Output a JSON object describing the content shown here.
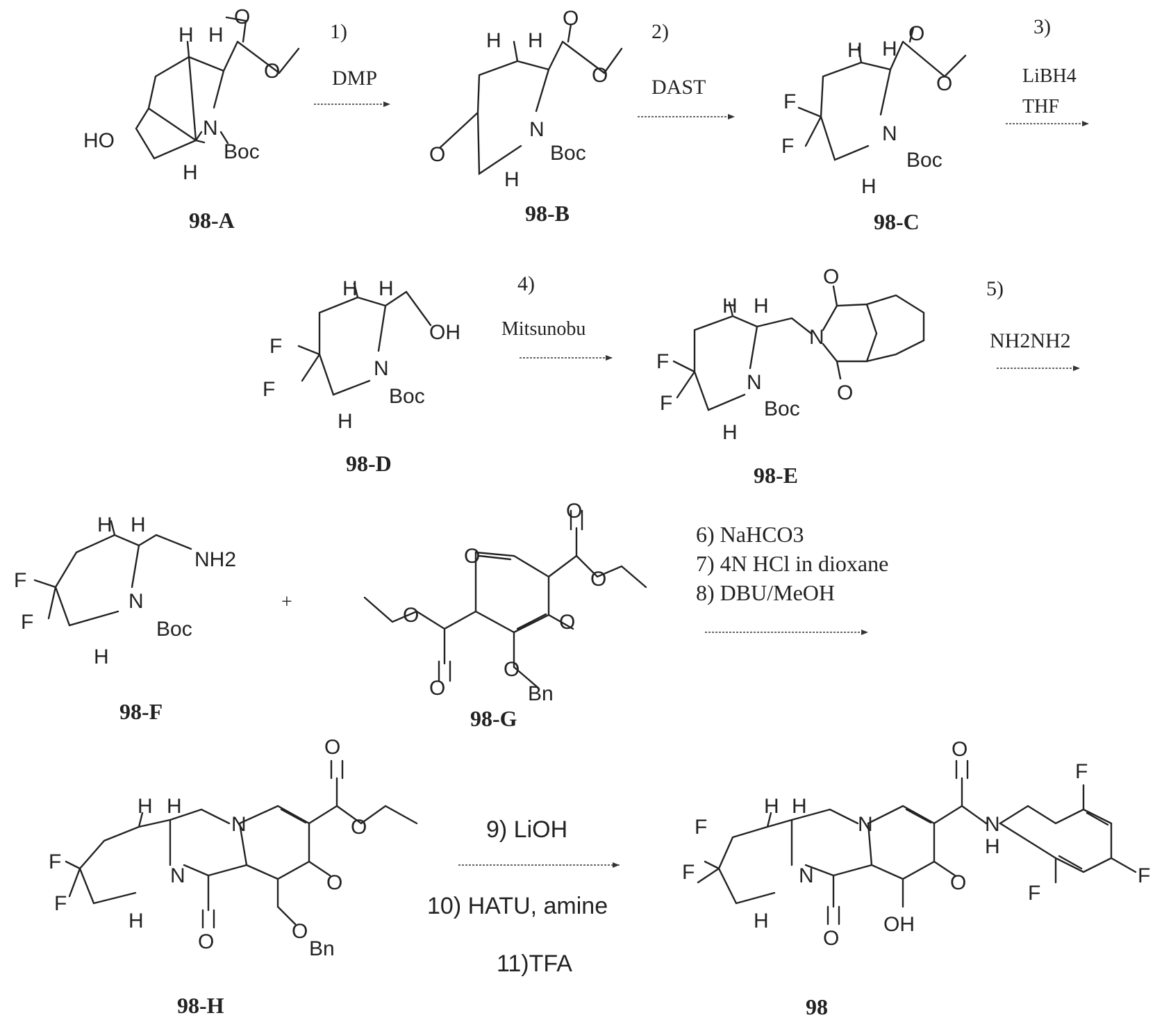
{
  "compounds": {
    "c98A": "98-A",
    "c98B": "98-B",
    "c98C": "98-C",
    "c98D": "98-D",
    "c98E": "98-E",
    "c98F": "98-F",
    "c98G": "98-G",
    "c98H": "98-H",
    "c98": "98"
  },
  "steps": {
    "s1_num": "1)",
    "s1_reagent": "DMP",
    "s2_num": "2)",
    "s2_reagent": "DAST",
    "s3_num": "3)",
    "s3_reagent": "LiBH4",
    "s3_solvent": "THF",
    "s4_num": "4)",
    "s4_reagent": "Mitsunobu",
    "s5_num": "5)",
    "s5_reagent": "NH2NH2",
    "s6": "6) NaHCO3",
    "s7": "7) 4N HCl in dioxane",
    "s8": "8) DBU/MeOH",
    "s9": "9) LiOH",
    "s10": "10) HATU, amine",
    "s11": "11)TFA"
  },
  "atoms": {
    "H": "H",
    "N": "N",
    "O": "O",
    "F": "F",
    "HO": "HO",
    "OH": "OH",
    "Boc": "Boc",
    "Bn": "Bn",
    "NH2": "NH2",
    "plus": "+"
  }
}
